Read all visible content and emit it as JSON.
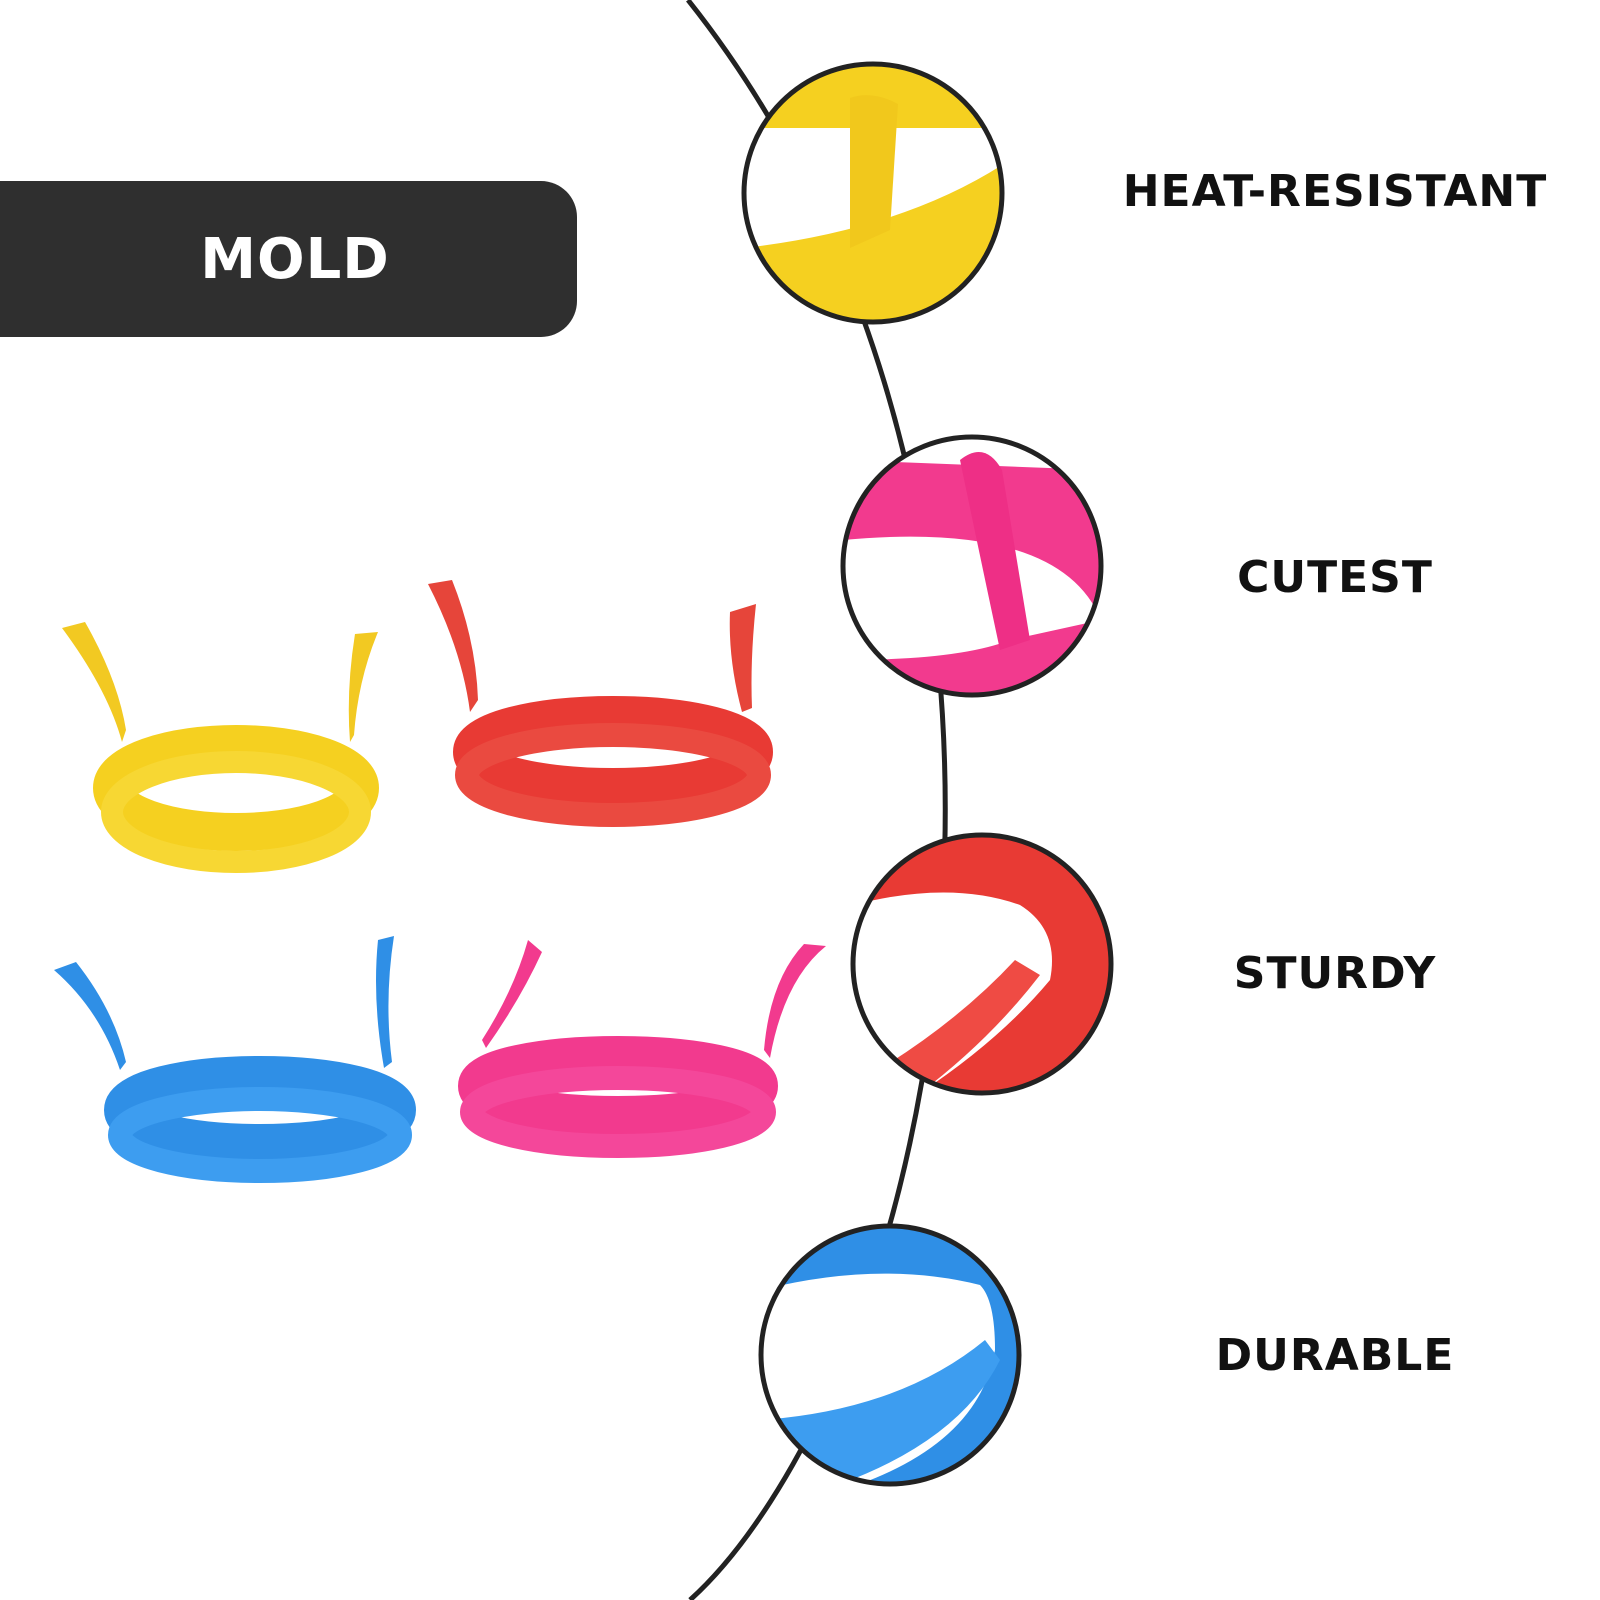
{
  "banner": {
    "label": "MOLD"
  },
  "features": [
    {
      "label": "HEAT-RESISTANT",
      "color": "#f5d020"
    },
    {
      "label": "CUTEST",
      "color": "#f23a8e"
    },
    {
      "label": "STURDY",
      "color": "#e83a34"
    },
    {
      "label": "DURABLE",
      "color": "#2f8fe6"
    }
  ],
  "colors": {
    "yellow": "#f5d020",
    "red": "#e83a34",
    "blue": "#2f8fe6",
    "pink": "#f23a8e",
    "banner": "#2f2f2f"
  }
}
